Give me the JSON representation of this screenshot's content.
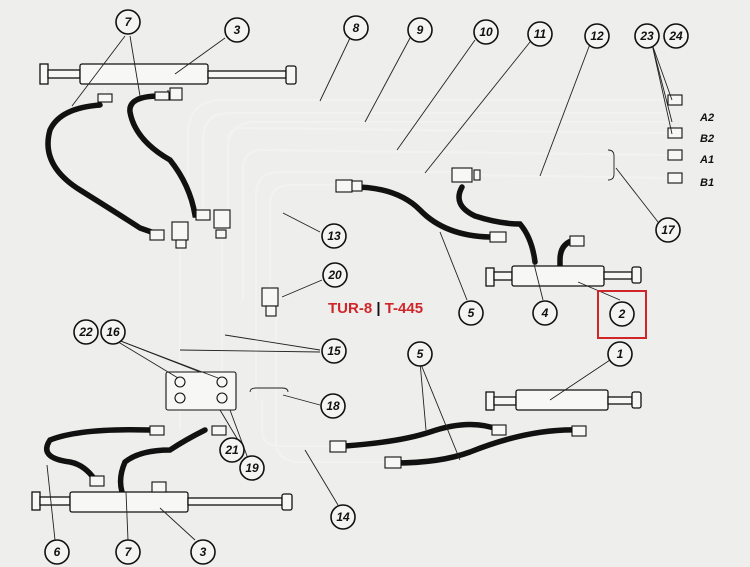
{
  "overlay": {
    "model_a": "TUR-8",
    "separator": "|",
    "model_b": "T-445",
    "accent_color": "#d0262a",
    "separator_color": "#111111"
  },
  "highlight": {
    "callout": "2",
    "color": "#d0262a"
  },
  "port_labels": [
    "A2",
    "B2",
    "A1",
    "B1"
  ],
  "callouts": [
    "7",
    "3",
    "8",
    "9",
    "10",
    "11",
    "12",
    "23",
    "24",
    "17",
    "13",
    "20",
    "5",
    "4",
    "2",
    "22",
    "16",
    "15",
    "1",
    "18",
    "21",
    "19",
    "14",
    "6",
    "7",
    "3",
    "5"
  ]
}
